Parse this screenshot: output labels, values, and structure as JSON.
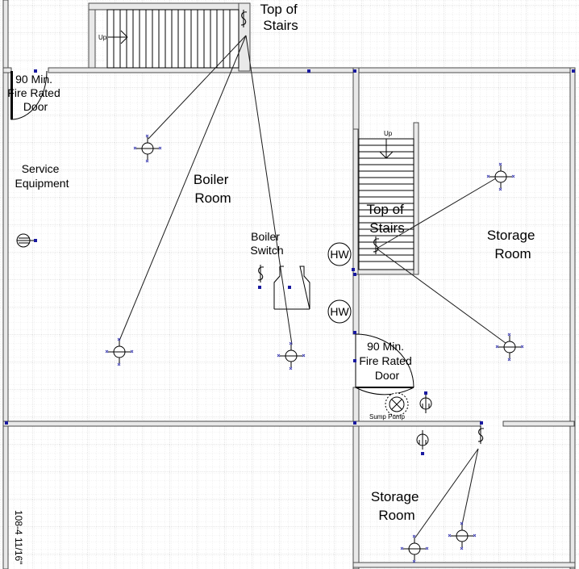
{
  "labels": {
    "top_stairs_upper": [
      "Top of",
      "Stairs"
    ],
    "fire_door_nw": [
      "90 Min.",
      "Fire Rated",
      "Door"
    ],
    "service_equipment": [
      "Service",
      "Equipment"
    ],
    "boiler_room": [
      "Boiler",
      "Room"
    ],
    "boiler_switch": [
      "Boiler",
      "Switch"
    ],
    "top_stairs_mid": [
      "Top of",
      "Stairs"
    ],
    "storage_room_east": [
      "Storage",
      "Room"
    ],
    "storage_room_south": [
      "Storage",
      "Room"
    ],
    "fire_door_mid": [
      "90 Min.",
      "Fire Rated",
      "Door"
    ],
    "hw_heater_1": "HW",
    "hw_heater_2": "HW",
    "sump_pump": "Sump Pump",
    "stair_up_upper": "Up",
    "stair_up_mid": "Up",
    "sheet_ref": "108-4 11/16\""
  },
  "colors": {
    "grid_minor": "#d0d0d0",
    "grid_major": "#a8a8a8",
    "wall_fill": "#e9e9e9",
    "wall_stroke": "#4a4a4a",
    "marker_blue": "#1a1aa0"
  }
}
